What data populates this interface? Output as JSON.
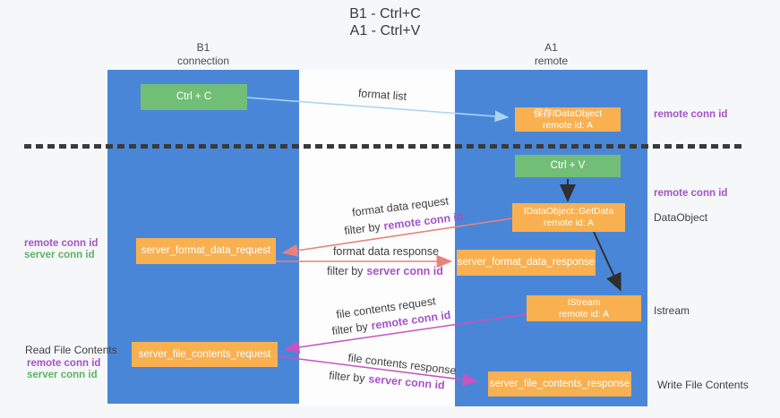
{
  "title": {
    "line1": "B1 - Ctrl+C",
    "line2": "A1 - Ctrl+V"
  },
  "columns": {
    "left": {
      "name": "B1",
      "role": "connection"
    },
    "right": {
      "name": "A1",
      "role": "remote"
    }
  },
  "boxes": {
    "ctrl_c": {
      "label": "Ctrl + C"
    },
    "store_idataobject": {
      "line1": "保存IDataObject",
      "line2": "remote id: A"
    },
    "ctrl_v": {
      "label": "Ctrl + V"
    },
    "getdata": {
      "line1": "IDataObject::GetData",
      "line2": "remote id: A"
    },
    "server_format_data_request": {
      "label": "server_format_data_request"
    },
    "server_format_data_response": {
      "label": "server_format_data_response"
    },
    "istream": {
      "line1": "IStream",
      "line2": "remote id: A"
    },
    "server_file_contents_request": {
      "label": "server_file_contents_request"
    },
    "server_file_contents_response": {
      "label": "server_file_contents_response"
    }
  },
  "flows": {
    "format_list": {
      "label": "format list"
    },
    "format_data_request": {
      "label": "format data request",
      "filter_prefix": "filter by",
      "filter_id": "remote conn id"
    },
    "format_data_response": {
      "label": "format data response",
      "filter_prefix": "filter by",
      "filter_id": "server conn id"
    },
    "file_contents_request": {
      "label": "file contents request",
      "filter_prefix": "filter by",
      "filter_id": "remote conn id"
    },
    "file_contents_response": {
      "label": "file contents response",
      "filter_prefix": "filter by",
      "filter_id": "server conn id"
    }
  },
  "side_labels": {
    "right_remote_conn_id_1": "remote conn id",
    "right_remote_conn_id_2": "remote conn id",
    "dataobject": "DataObject",
    "istream": "Istream",
    "write_file_contents": "Write File Contents",
    "left_mid_remote": "remote conn id",
    "left_mid_server": "server conn id",
    "read_file_contents": "Read File Contents",
    "left_bottom_remote": "remote conn id",
    "left_bottom_server": "server conn id"
  },
  "colors": {
    "column_blue": "#4a86d8",
    "box_green": "#71bf77",
    "box_orange": "#f9b050",
    "arrow_salmon": "#e8827c",
    "arrow_magenta": "#c853c2",
    "arrow_light_blue": "#a9d5f5",
    "arrow_black": "#2f2f2f",
    "id_purple": "#a552c8",
    "id_green": "#5bb364"
  }
}
